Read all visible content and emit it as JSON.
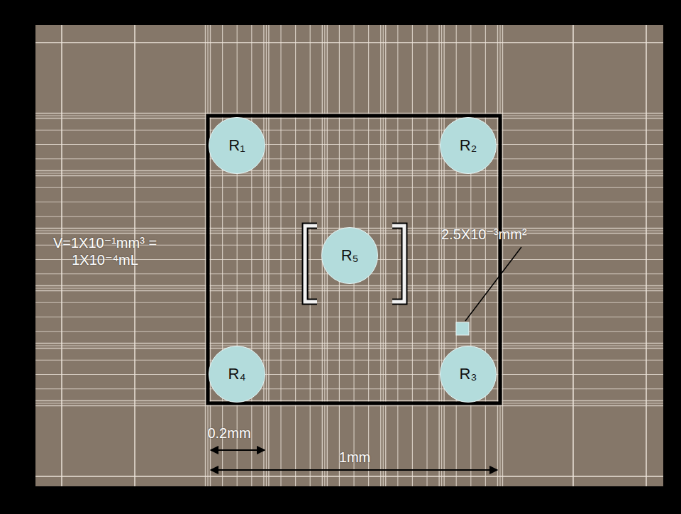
{
  "diagram": {
    "nodes": [
      {
        "text": [
          "R₁"
        ]
      },
      {
        "text": [
          "R₂"
        ]
      },
      {
        "text": [
          "R₅"
        ]
      },
      {
        "text": [
          "R₄"
        ]
      },
      {
        "text": [
          "R₃"
        ]
      }
    ],
    "labels": [
      "V=1X10⁻¹mm³ = 1X10⁻⁴mL",
      "2.5X10⁻³mm²",
      "0.2mm",
      "1mm"
    ]
  }
}
